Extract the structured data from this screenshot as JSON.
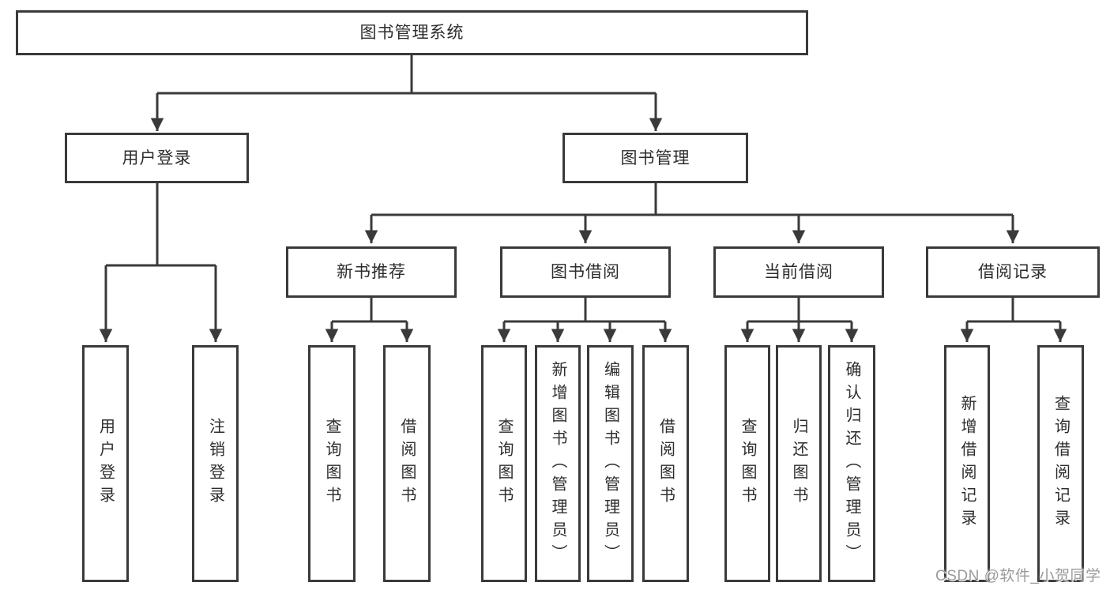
{
  "diagram": {
    "title": "图书管理系统",
    "watermark": "CSDN @软件_小贺同学",
    "colors": {
      "line": "#3a3a3a",
      "text": "#2d2d2d",
      "watermark": "#9b9b9b"
    },
    "nodes": {
      "root": {
        "label": "图书管理系统"
      },
      "user_login": {
        "label": "用户登录"
      },
      "book_mgmt": {
        "label": "图书管理"
      },
      "new_book_rec": {
        "label": "新书推荐"
      },
      "book_borrow": {
        "label": "图书借阅"
      },
      "current_borrow": {
        "label": "当前借阅"
      },
      "borrow_records": {
        "label": "借阅记录"
      },
      "leaf_login": {
        "label": "用户登录"
      },
      "leaf_logout": {
        "label": "注销登录"
      },
      "leaf_nbr_query": {
        "label": "查询图书"
      },
      "leaf_nbr_borrow": {
        "label": "借阅图书"
      },
      "leaf_bb_query": {
        "label": "查询图书"
      },
      "leaf_bb_add": {
        "label": "新增图书（管理员）"
      },
      "leaf_bb_edit": {
        "label": "编辑图书（管理员）"
      },
      "leaf_bb_borrow": {
        "label": "借阅图书"
      },
      "leaf_cb_query": {
        "label": "查询图书"
      },
      "leaf_cb_return": {
        "label": "归还图书"
      },
      "leaf_cb_confirm": {
        "label": "确认归还（管理员）"
      },
      "leaf_br_add": {
        "label": "新增借阅记录"
      },
      "leaf_br_query": {
        "label": "查询借阅记录"
      }
    }
  }
}
